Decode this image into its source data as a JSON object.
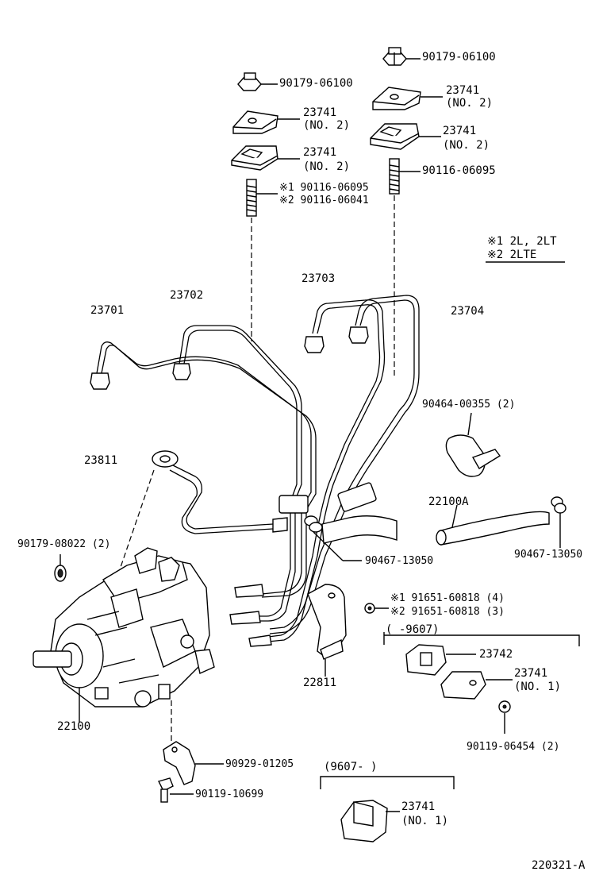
{
  "labels": {
    "nut_right": "90179-06100",
    "nut_left": "90179-06100",
    "clamp_r1": "23741",
    "clamp_r1_no": "(NO. 2)",
    "clamp_r2": "23741",
    "clamp_r2_no": "(NO. 2)",
    "clamp_l1": "23741",
    "clamp_l1_no": "(NO. 2)",
    "clamp_l2": "23741",
    "clamp_l2_no": "(NO. 2)",
    "stud_right": "90116-06095",
    "stud_left_1": "※1 90116-06095",
    "stud_left_2": "※2 90116-06041",
    "legend_1": "※1 2L, 2LT",
    "legend_2": "※2 2LTE",
    "pipe_23703": "23703",
    "pipe_23704": "23704",
    "pipe_23701": "23701",
    "pipe_23702": "23702",
    "clamp_band": "90464-00355 (2)",
    "pipe_23811": "23811",
    "hose": "22100A",
    "hose_clip_right": "90467-13050",
    "hose_clip_center": "90467-13050",
    "gasket": "90179-08022 (2)",
    "bolt_1": "※1 91651-60818 (4)",
    "bolt_2": "※2 91651-60818 (3)",
    "range_1": "(        -9607)",
    "clamp_23742": "23742",
    "clamp_no1a": "23741",
    "clamp_no1a_no": "(NO. 1)",
    "screw_90119_06454": "90119-06454 (2)",
    "bracket_22811": "22811",
    "pump": "22100",
    "bracket_90929": "90929-01205",
    "bolt_90119_10699": "90119-10699",
    "range_2": "(9607-        )",
    "clamp_no1b": "23741",
    "clamp_no1b_no": "(NO. 1)",
    "figure_id": "220321-A"
  }
}
